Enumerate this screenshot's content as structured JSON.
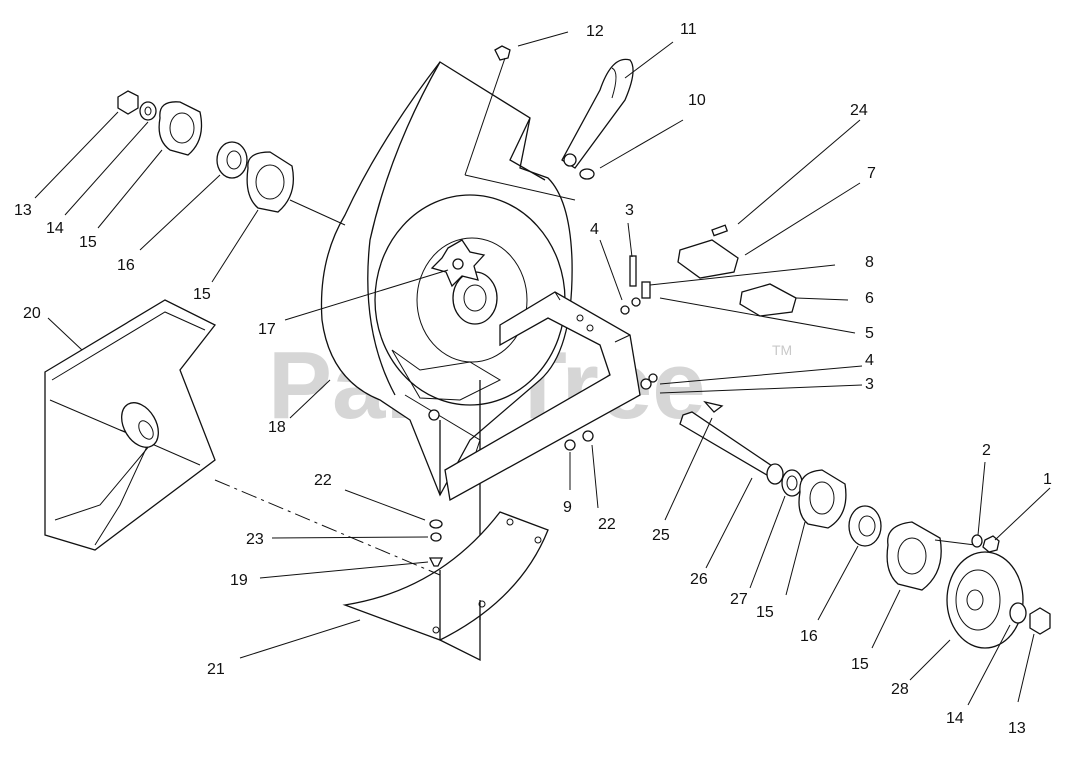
{
  "watermark": {
    "text": "PartsTree",
    "trademark": "TM"
  },
  "callouts": {
    "c1": "1",
    "c2": "2",
    "c3a": "3",
    "c3b": "3",
    "c4a": "4",
    "c4b": "4",
    "c5": "5",
    "c6": "6",
    "c7": "7",
    "c8": "8",
    "c9": "9",
    "c10": "10",
    "c11": "11",
    "c12": "12",
    "c13a": "13",
    "c13b": "13",
    "c14a": "14",
    "c14b": "14",
    "c15a": "15",
    "c15b": "15",
    "c15c": "15",
    "c15d": "15",
    "c16a": "16",
    "c16b": "16",
    "c17": "17",
    "c18": "18",
    "c19": "19",
    "c20": "20",
    "c21": "21",
    "c22a": "22",
    "c22b": "22",
    "c23": "23",
    "c24": "24",
    "c25": "25",
    "c26": "26",
    "c27": "27",
    "c28": "28"
  }
}
